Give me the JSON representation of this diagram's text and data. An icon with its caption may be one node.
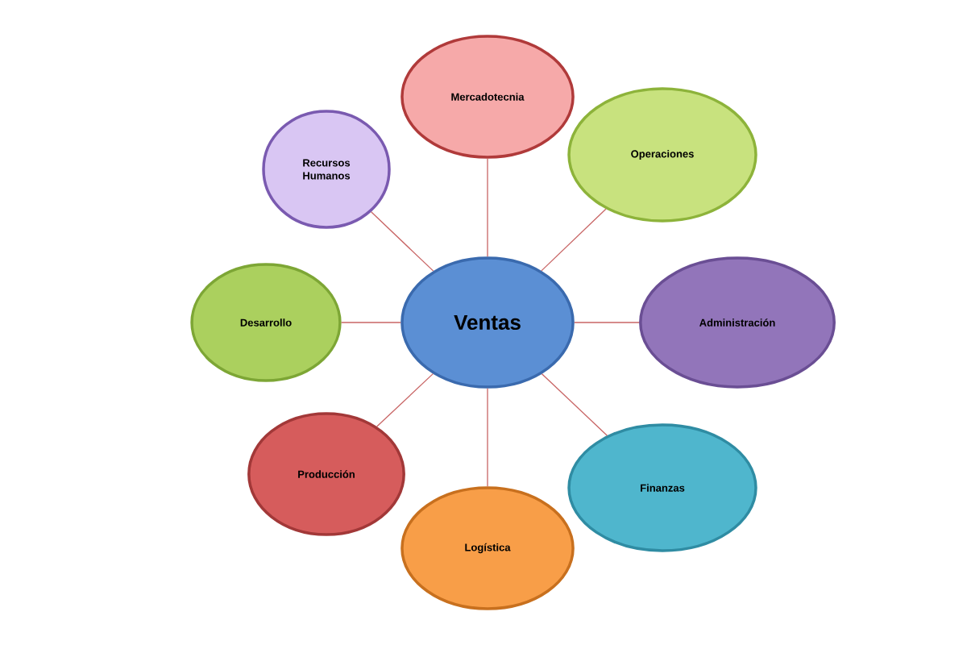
{
  "diagram": {
    "nodes": [
      {
        "text": [
          "Ventas"
        ]
      },
      {
        "text": [
          "Mercadotecnia"
        ]
      },
      {
        "text": [
          "Operaciones"
        ]
      },
      {
        "text": [
          "Administración"
        ]
      },
      {
        "text": [
          "Finanzas"
        ]
      },
      {
        "text": [
          "Logística"
        ]
      },
      {
        "text": [
          "Producción"
        ]
      },
      {
        "text": [
          "Desarrollo"
        ]
      },
      {
        "text": [
          "Recursos Humanos"
        ]
      }
    ],
    "edges": [
      {
        "from": 0,
        "to": 1,
        "arrow": "none"
      },
      {
        "from": 0,
        "to": 2,
        "arrow": "none"
      },
      {
        "from": 0,
        "to": 3,
        "arrow": "none"
      },
      {
        "from": 0,
        "to": 4,
        "arrow": "none"
      },
      {
        "from": 0,
        "to": 5,
        "arrow": "none"
      },
      {
        "from": 0,
        "to": 6,
        "arrow": "none"
      },
      {
        "from": 0,
        "to": 7,
        "arrow": "none"
      },
      {
        "from": 0,
        "to": 8,
        "arrow": "none"
      }
    ]
  }
}
